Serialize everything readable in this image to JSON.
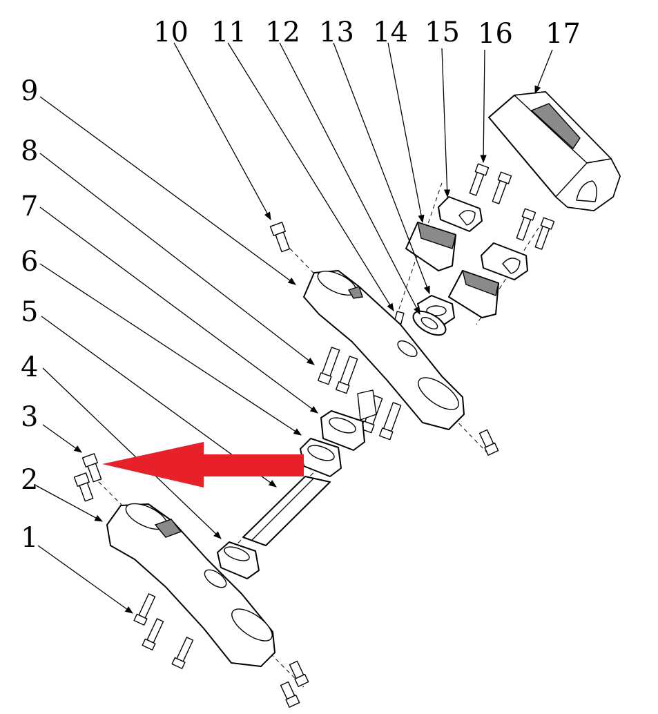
{
  "diagram": {
    "callouts": [
      {
        "id": "1",
        "label": "1"
      },
      {
        "id": "2",
        "label": "2"
      },
      {
        "id": "3",
        "label": "3"
      },
      {
        "id": "4",
        "label": "4"
      },
      {
        "id": "5",
        "label": "5"
      },
      {
        "id": "6",
        "label": "6"
      },
      {
        "id": "7",
        "label": "7"
      },
      {
        "id": "8",
        "label": "8"
      },
      {
        "id": "9",
        "label": "9"
      },
      {
        "id": "10",
        "label": "10"
      },
      {
        "id": "11",
        "label": "11"
      },
      {
        "id": "12",
        "label": "12"
      },
      {
        "id": "13",
        "label": "13"
      },
      {
        "id": "14",
        "label": "14"
      },
      {
        "id": "15",
        "label": "15"
      },
      {
        "id": "16",
        "label": "16"
      },
      {
        "id": "17",
        "label": "17"
      }
    ],
    "highlight_arrow_color": "#e8202a"
  }
}
